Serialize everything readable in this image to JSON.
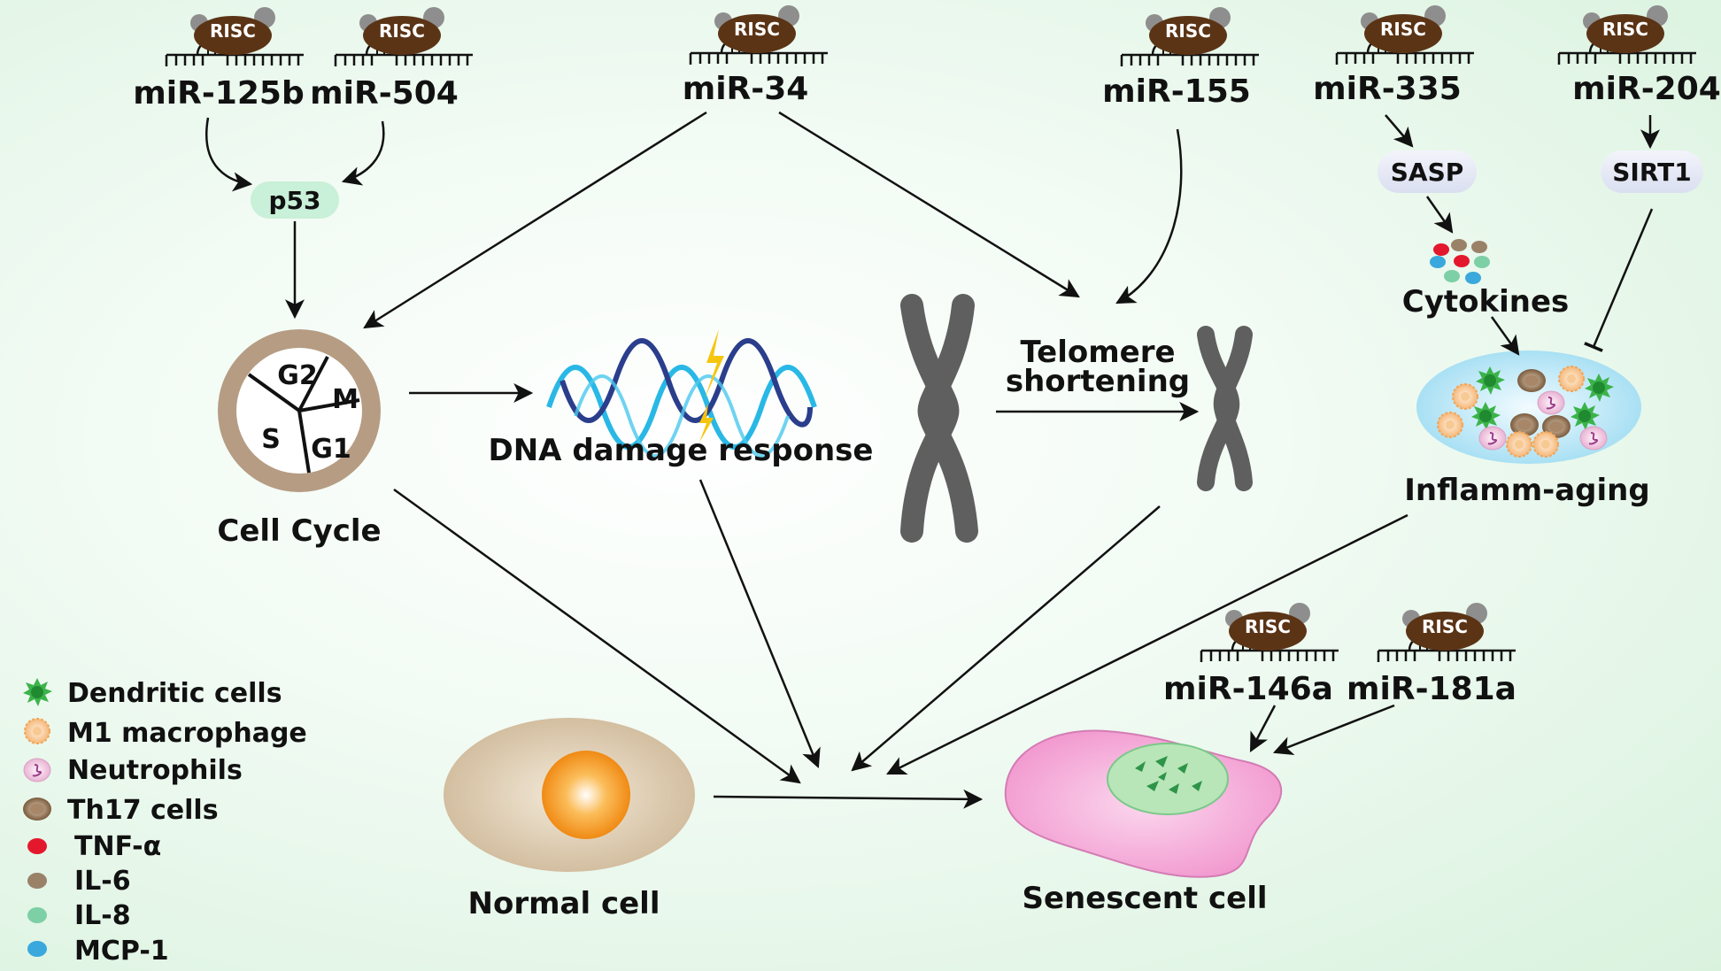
{
  "mirna_labels": {
    "mir125b": "miR-125b",
    "mir504": "miR-504",
    "mir34": "miR-34",
    "mir155": "miR-155",
    "mir335": "miR-335",
    "mir204": "miR-204",
    "mir146a": "miR-146a",
    "mir181a": "miR-181a"
  },
  "risc_label": "RISC",
  "nodes": {
    "p53": "p53",
    "sasp": "SASP",
    "sirt1": "SIRT1",
    "cytokines": "Cytokines",
    "inflammaging": "Inflamm-aging",
    "cell_cycle": "Cell Cycle",
    "dna_damage": "DNA damage response",
    "telomere_line1": "Telomere",
    "telomere_line2": "shortening",
    "normal_cell": "Normal cell",
    "senescent_cell": "Senescent cell"
  },
  "cell_cycle_phases": {
    "g2": "G2",
    "m": "M",
    "s": "S",
    "g1": "G1"
  },
  "legend": [
    {
      "label": "Dendritic cells",
      "icon": "dendritic-cell-icon",
      "color": "#3cb34a"
    },
    {
      "label": "M1 macrophage",
      "icon": "macrophage-icon",
      "color": "#f7c08a"
    },
    {
      "label": "Neutrophils",
      "icon": "neutrophil-icon",
      "color": "#f0c4de"
    },
    {
      "label": "Th17 cells",
      "icon": "th17-cell-icon",
      "color": "#9c7a5c"
    },
    {
      "label": "TNF-α",
      "icon": "tnf-alpha-dot-icon",
      "color": "#e3182d"
    },
    {
      "label": "IL-6",
      "icon": "il6-dot-icon",
      "color": "#9a8269"
    },
    {
      "label": "IL-8",
      "icon": "il8-dot-icon",
      "color": "#7dcfa6"
    },
    {
      "label": "MCP-1",
      "icon": "mcp1-dot-icon",
      "color": "#3aa8dc"
    }
  ],
  "colors": {
    "risc": "#5b3416",
    "risc_gray": "#8a8a8a",
    "chromosome": "#5f5f5f",
    "cell_cycle_ring": "#b59c83",
    "dna_light": "#29b8e6",
    "dna_dark": "#2a3e8c",
    "lightning": "#f6c60f",
    "normal_cell": "#d9c7ad",
    "nucleus": "#f39a1e",
    "senescent_cell": "#f4a6d6",
    "senescent_nucleus": "#b8e6b8",
    "p53_bg": "#c9f0d8",
    "node_bg": "#e4e8f4",
    "inflammaging_bg": "#bfe9f7"
  }
}
